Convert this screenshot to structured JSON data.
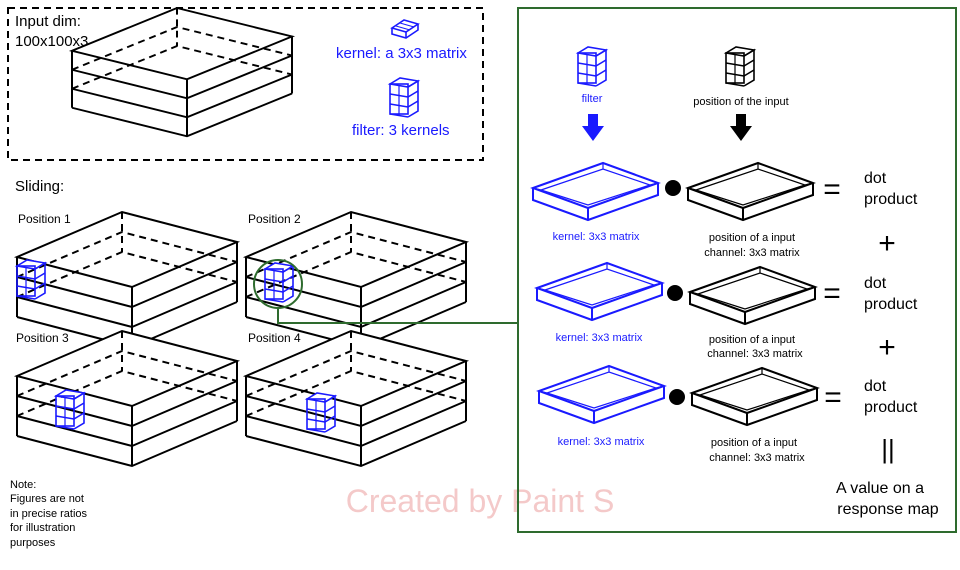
{
  "colors": {
    "blue": "#1a1aff",
    "green": "#2e6b2e",
    "black": "#000000",
    "watermark": "#f4c9c9"
  },
  "input_box": {
    "title_line1": "Input dim:",
    "title_line2": "100x100x3",
    "kernel_label": "kernel: a 3x3 matrix",
    "filter_label": "filter: 3 kernels"
  },
  "sliding": {
    "title": "Sliding:",
    "positions": [
      "Position 1",
      "Position 2",
      "Position 3",
      "Position 4"
    ]
  },
  "note": {
    "lines": [
      "Note:",
      "Figures are not",
      "in precise ratios",
      "for illustration",
      "purposes"
    ]
  },
  "detail": {
    "filter_label": "filter",
    "input_position_label": "position of the input",
    "rows": [
      {
        "kernel_label": "kernel: 3x3 matrix",
        "input_label_1": "position of a input",
        "input_label_2": "channel: 3x3 matrix",
        "dot_1": "dot",
        "dot_2": "product"
      },
      {
        "kernel_label": "kernel: 3x3 matrix",
        "input_label_1": "position of a input",
        "input_label_2": "channel: 3x3 matrix",
        "dot_1": "dot",
        "dot_2": "product"
      },
      {
        "kernel_label": "kernel: 3x3 matrix",
        "input_label_1": "position of a input",
        "input_label_2": "channel: 3x3 matrix",
        "dot_1": "dot",
        "dot_2": "product"
      }
    ],
    "equals": "=",
    "plus": "+",
    "result_equals": "||",
    "result_line1": "A value on a",
    "result_line2": "response map"
  },
  "watermark": "Created by Paint S"
}
